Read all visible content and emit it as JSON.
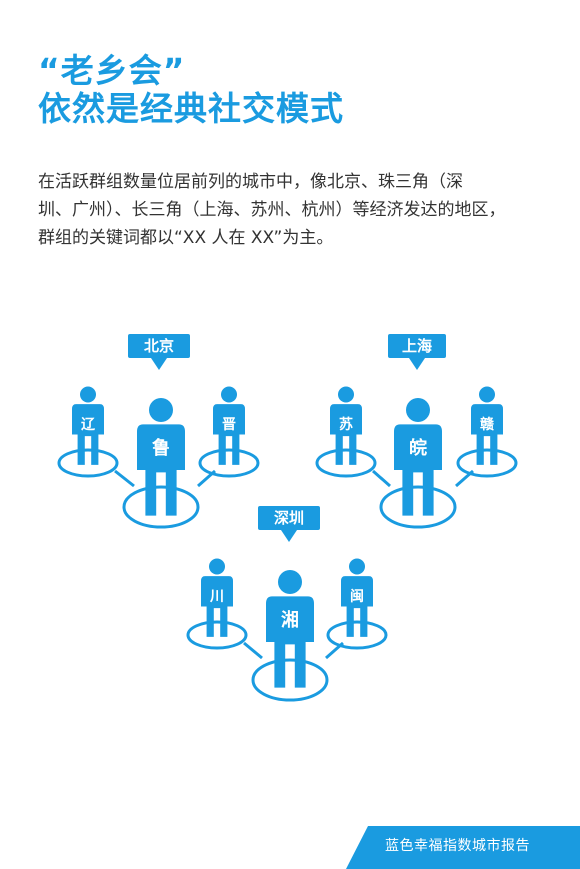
{
  "title": {
    "line1": "“老乡会”",
    "line2": "依然是经典社交模式"
  },
  "paragraph": {
    "line1": "在活跃群组数量位居前列的城市中，像北京、珠三角（深",
    "line2": "圳、广州）、长三角（上海、苏州、杭州）等经济发达的地区，",
    "line3": "群组的关键词都以“XX 人在 XX”为主。"
  },
  "groups": [
    {
      "city": "北京",
      "people": [
        "辽",
        "鲁",
        "晋"
      ]
    },
    {
      "city": "上海",
      "people": [
        "苏",
        "皖",
        "赣"
      ]
    },
    {
      "city": "深圳",
      "people": [
        "川",
        "湘",
        "闽"
      ]
    }
  ],
  "footer": {
    "text": "蓝色幸福指数城市报告"
  },
  "colors": {
    "accent": "#1a9be0",
    "text": "#333333",
    "background": "#ffffff"
  }
}
